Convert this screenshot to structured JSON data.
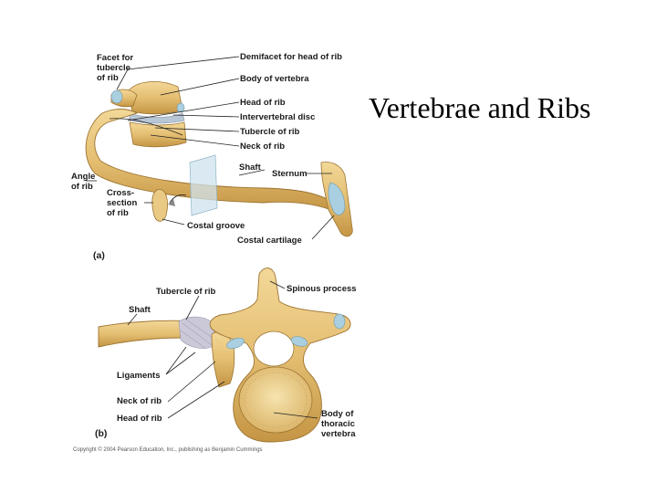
{
  "slide": {
    "title": "Vertebrae and Ribs"
  },
  "figure_a": {
    "panel_label": "(a)",
    "labels": {
      "facet_for_tubercle_line1": "Facet for",
      "facet_for_tubercle_line2": "tubercle",
      "facet_for_tubercle_line3": "of rib",
      "demifacet": "Demifacet for head of rib",
      "body_of_vertebra": "Body of vertebra",
      "head_of_rib": "Head of rib",
      "intervertebral_disc": "Intervertebral disc",
      "tubercle_of_rib": "Tubercle of rib",
      "neck_of_rib": "Neck of rib",
      "shaft": "Shaft",
      "sternum": "Sternum",
      "angle_line1": "Angle",
      "angle_line2": "of rib",
      "cross_line1": "Cross-",
      "cross_line2": "section",
      "cross_line3": "of rib",
      "costal_groove": "Costal groove",
      "costal_cartilage": "Costal cartilage"
    }
  },
  "figure_b": {
    "panel_label": "(b)",
    "labels": {
      "tubercle_of_rib": "Tubercle of rib",
      "spinous_process": "Spinous process",
      "shaft": "Shaft",
      "ligaments": "Ligaments",
      "neck_of_rib": "Neck of rib",
      "head_of_rib": "Head of rib",
      "body_line1": "Body of",
      "body_line2": "thoracic",
      "body_line3": "vertebra"
    }
  },
  "copyright": "Copyright © 2004 Pearson Education, Inc., publishing as Benjamin Cummings",
  "colors": {
    "bone": "#e8c67e",
    "bone_dark": "#b88a3c",
    "cartilage": "#a9cfe0",
    "ligament": "#c9c9d6",
    "marrow": "#f1dc9e"
  }
}
